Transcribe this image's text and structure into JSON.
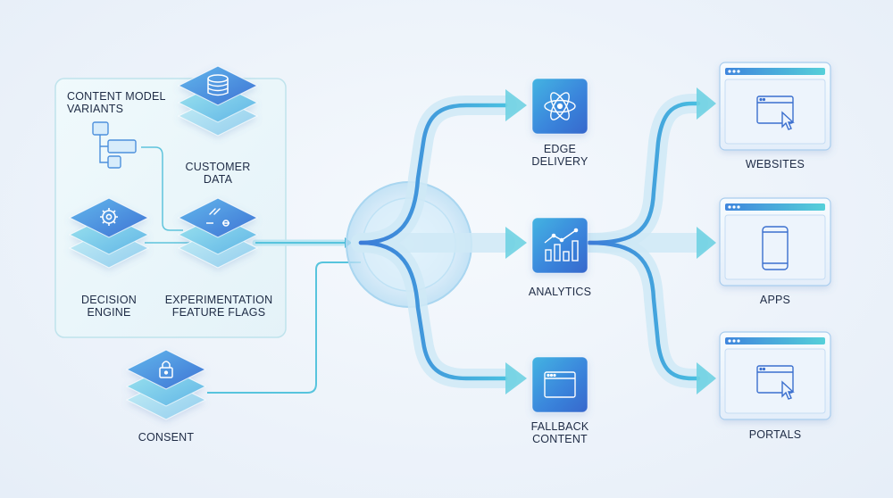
{
  "colors": {
    "background": "#eef3fa",
    "accent_blue": "#3b7fdc",
    "accent_teal": "#47c9d8",
    "panel_border": "#bfe3ec",
    "text": "#1e2b45"
  },
  "sources": {
    "content_model_variants": {
      "lines": [
        "CONTENT MODEL",
        "VARIANTS"
      ],
      "icon": "hierarchy-icon"
    },
    "customer_data": {
      "lines": [
        "CUSTOMER",
        "DATA"
      ],
      "icon": "database-icon"
    },
    "decision_engine": {
      "lines": [
        "DECISION",
        "ENGINE"
      ],
      "icon": "gear-icon"
    },
    "experimentation": {
      "lines": [
        "EXPERIMENTATION",
        "FEATURE FLAGS"
      ],
      "icon": "toggle-icon"
    },
    "consent": {
      "lines": [
        "CONSENT"
      ],
      "icon": "lock-icon"
    }
  },
  "services": {
    "edge_delivery": {
      "lines": [
        "EDGE",
        "DELIVERY"
      ],
      "icon": "atom-icon"
    },
    "analytics": {
      "lines": [
        "ANALYTICS"
      ],
      "icon": "bar-chart-icon"
    },
    "fallback_content": {
      "lines": [
        "FALLBACK",
        "CONTENT"
      ],
      "icon": "browser-window-icon"
    }
  },
  "channels": {
    "websites": {
      "lines": [
        "WEBSITES"
      ],
      "icon": "browser-cursor-icon"
    },
    "apps": {
      "lines": [
        "APPS"
      ],
      "icon": "smartphone-icon"
    },
    "portals": {
      "lines": [
        "PORTALS"
      ],
      "icon": "browser-cursor-icon"
    }
  }
}
